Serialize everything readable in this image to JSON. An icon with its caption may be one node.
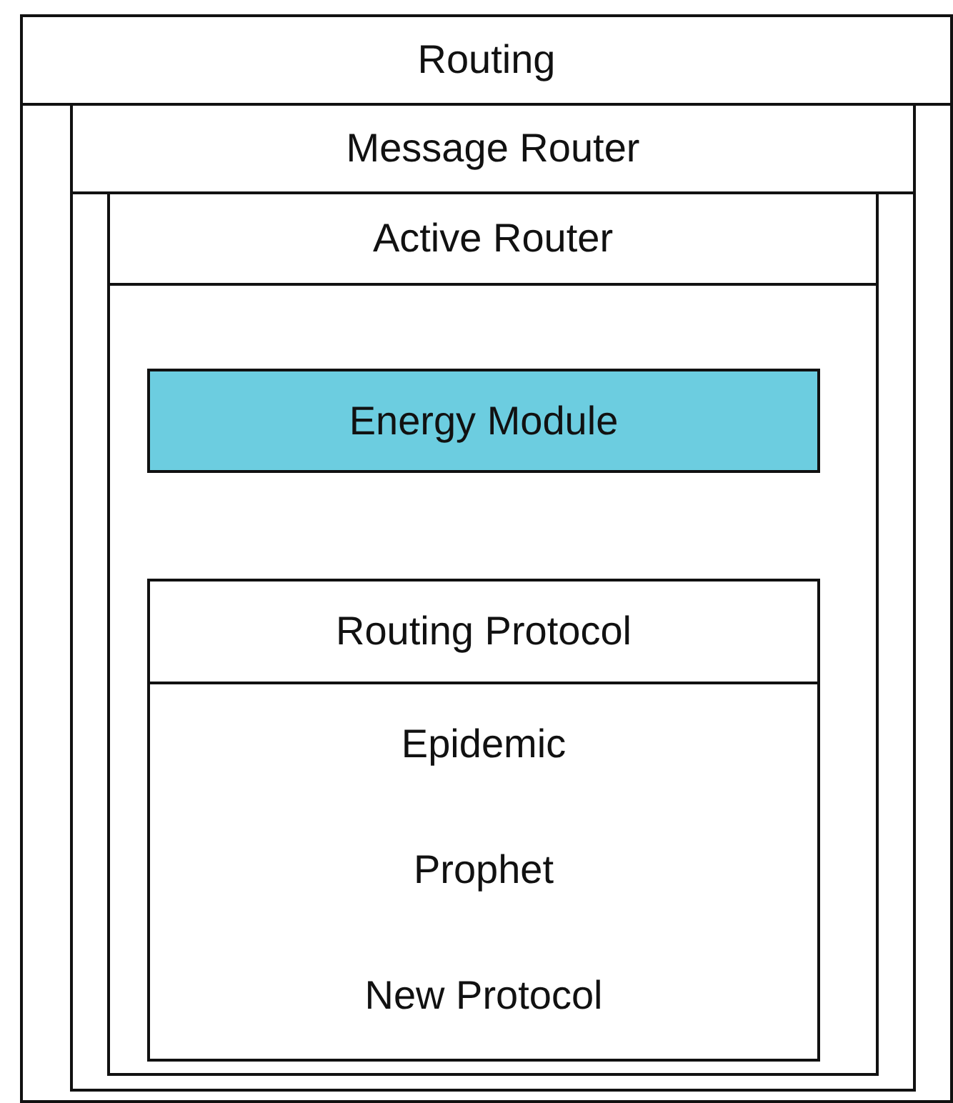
{
  "diagram": {
    "nodes": [
      {
        "text": [
          "Routing"
        ]
      },
      {
        "text": [
          "Message Router"
        ],
        "in": 0
      },
      {
        "text": [
          "Active Router"
        ],
        "in": 1
      },
      {
        "text": [
          "Energy Module"
        ],
        "in": 2
      },
      {
        "text": [
          "Routing Protocol",
          "Epidemic",
          "Prophet",
          "New Protocol"
        ],
        "in": 2
      }
    ]
  }
}
